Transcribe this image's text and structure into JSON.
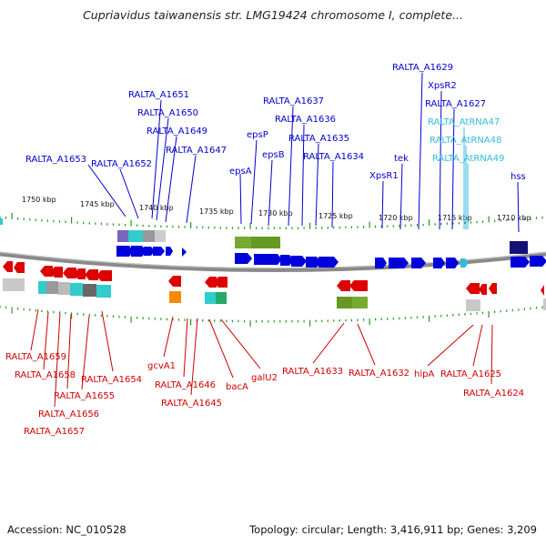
{
  "title": "Cupriavidus taiwanensis str. LMG19424 chromosome I, complete...",
  "footer": {
    "accession": "Accession: NC_010528",
    "info": "Topology: circular; Length: 3,416,911 bp; Genes: 3,209"
  },
  "colors": {
    "forward_gene": "#0000dd",
    "reverse_gene": "#dd0000",
    "rna_gene": "#33bbdd",
    "backbone": "#888888",
    "tick": "#229922"
  },
  "scale_labels": [
    "1750 kbp",
    "1745 kbp",
    "1740 kbp",
    "1735 kbp",
    "1730 kbp",
    "1725 kbp",
    "1720 kbp",
    "1715 kbp",
    "1710 kbp"
  ],
  "forward_labels": [
    "RALTA_A1651",
    "RALTA_A1650",
    "RALTA_A1649",
    "RALTA_A1647",
    "RALTA_A1653",
    "RALTA_A1652",
    "epsP",
    "epsB",
    "epsA",
    "RALTA_A1637",
    "RALTA_A1636",
    "RALTA_A1635",
    "RALTA_A1634",
    "RALTA_A1629",
    "XpsR2",
    "RALTA_A1627",
    "XpsR1",
    "tek",
    "hss"
  ],
  "rna_labels": [
    "RALTA_AtRNA47",
    "RALTA_AtRNA48",
    "RALTA_AtRNA49"
  ],
  "reverse_labels": [
    "RALTA_A1659",
    "RALTA_A1658",
    "RALTA_A1655",
    "RALTA_A1656",
    "RALTA_A1657",
    "RALTA_A1654",
    "gcvA1",
    "RALTA_A1646",
    "RALTA_A1645",
    "bacA",
    "galU2",
    "RALTA_A1633",
    "RALTA_A1632",
    "hipA",
    "RALTA_A1625",
    "RALTA_A1624"
  ]
}
